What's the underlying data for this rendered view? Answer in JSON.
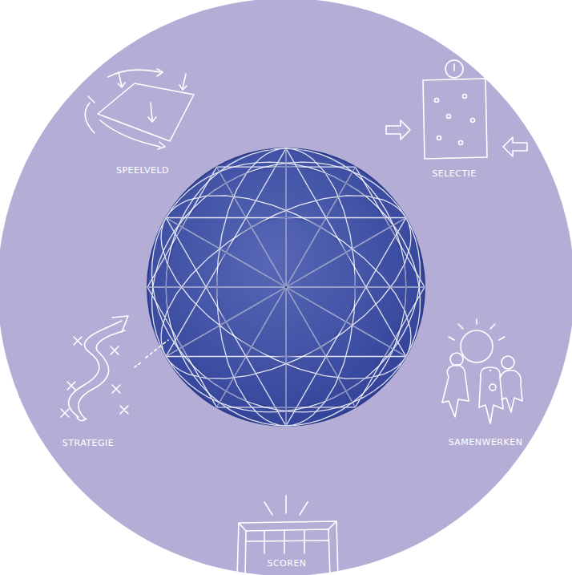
{
  "diagram": {
    "labels": [
      "SPEELVELD",
      "SELECTIE",
      "STRATEGIE",
      "SAMENWERKEN",
      "SCOREN"
    ]
  }
}
